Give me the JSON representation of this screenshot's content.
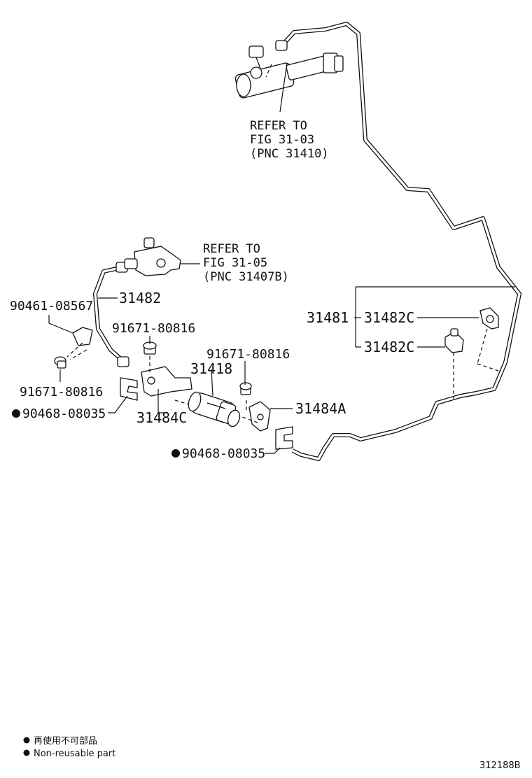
{
  "callouts": {
    "refer_upper": [
      "REFER TO",
      "FIG 31-03",
      "(PNC 31410)"
    ],
    "refer_mid": [
      "REFER TO",
      "FIG 31-05",
      "(PNC 31407B)"
    ],
    "p31482": "31482",
    "p31481": "31481",
    "p31482c_top": "31482C",
    "p31482c_bottom": "31482C",
    "p90461": "90461-08567",
    "p91671_a": "91671-80816",
    "p91671_b": "91671-80816",
    "p91671_c": "91671-80816",
    "p31418": "31418",
    "p31484a": "31484A",
    "p31484c": "31484C",
    "p90468_a": "90468-08035",
    "p90468_b": "90468-08035"
  },
  "legend": {
    "line_cn": "再使用不可部品",
    "line_en": "Non-reusable part"
  },
  "figure_code": "312188B",
  "colors": {
    "ink": "#111111",
    "paper": "#ffffff"
  }
}
